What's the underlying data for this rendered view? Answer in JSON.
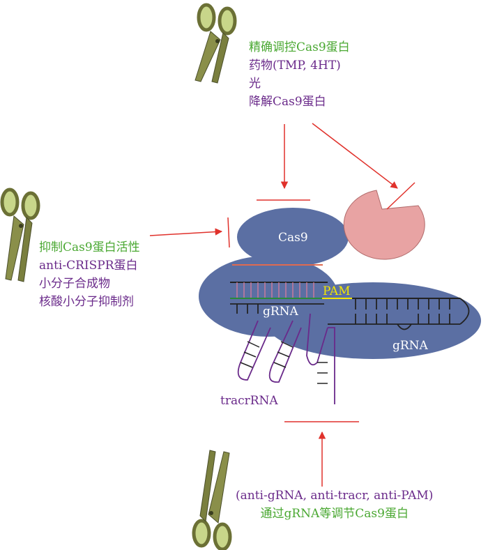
{
  "colors": {
    "green": "#4aa832",
    "purple": "#6a2a8a",
    "red": "#e0312b",
    "protein": "#5b6fa3",
    "pink": "#e8a3a3",
    "yellow": "#f2e600",
    "scissors": "#8a8f4a"
  },
  "top_group": {
    "title": "精确调控Cas9蛋白",
    "items": [
      "药物(TMP, 4HT)",
      "光",
      "降解Cas9蛋白"
    ]
  },
  "left_group": {
    "title": "抑制Cas9蛋白活性",
    "items": [
      "anti-CRISPR蛋白",
      "小分子合成物",
      "核酸小分子抑制剂"
    ]
  },
  "bottom_group": {
    "line1": "(anti-gRNA, anti-tracr, anti-PAM)",
    "line2": "通过gRNA等调节Cas9蛋白"
  },
  "labels": {
    "cas9": "Cas9",
    "pam": "PAM",
    "grna_left": "gRNA",
    "grna_right": "gRNA",
    "tracrrna": "tracrRNA"
  },
  "icons": [
    "scissors-icon",
    "scissors-icon",
    "scissors-icon"
  ]
}
